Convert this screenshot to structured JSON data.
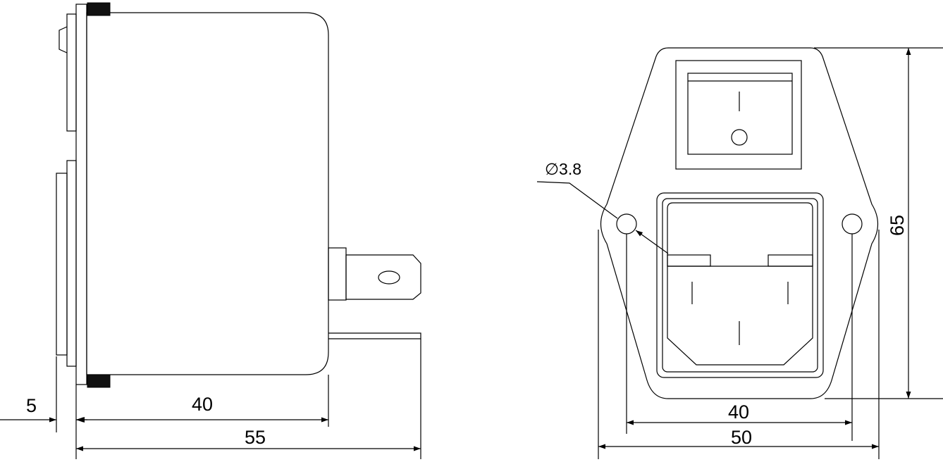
{
  "dimensions": {
    "side_flange": "5",
    "side_body": "40",
    "side_overall": "55",
    "front_hole_pitch": "40",
    "front_width": "50",
    "front_height": "65",
    "hole_diameter": "∅3.8"
  }
}
